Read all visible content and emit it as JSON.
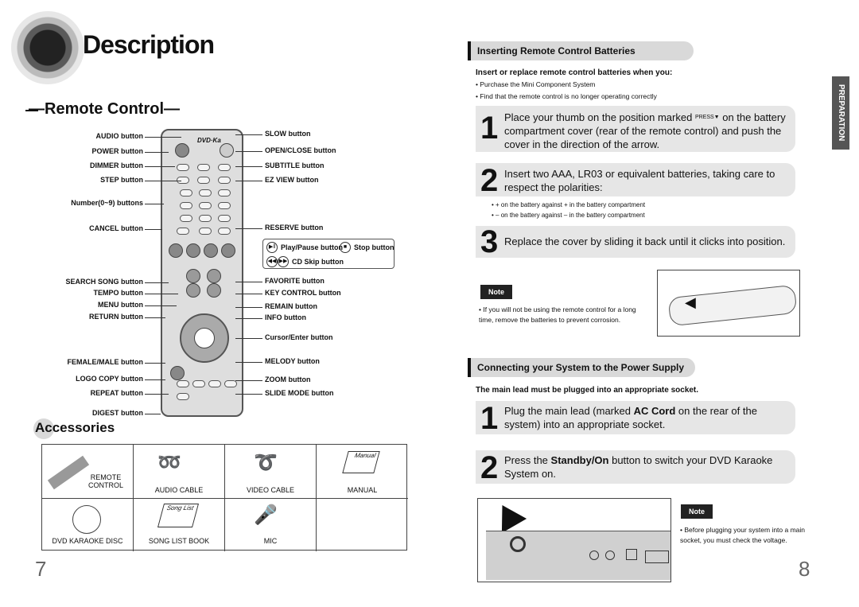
{
  "header": {
    "title": "Description",
    "section_title": "Remote Control"
  },
  "remote": {
    "left_labels": [
      "AUDIO button",
      "POWER button",
      "DIMMER button",
      "STEP button",
      "Number(0~9) buttons",
      "CANCEL button",
      "SEARCH SONG button",
      "TEMPO button",
      "MENU button",
      "RETURN button",
      "FEMALE/MALE button",
      "LOGO COPY button",
      "REPEAT button",
      "DIGEST button"
    ],
    "right_labels": [
      "SLOW button",
      "OPEN/CLOSE button",
      "SUBTITLE button",
      "EZ VIEW button",
      "RESERVE button",
      "FAVORITE button",
      "KEY CONTROL button",
      "REMAIN button",
      "INFO button",
      "Cursor/Enter button",
      "MELODY button",
      "ZOOM button",
      "SLIDE MODE button"
    ],
    "playpause": "Play/Pause button",
    "stop": "Stop button",
    "cdskip": "CD Skip button"
  },
  "accessories": {
    "title": "Accessories",
    "items": [
      "REMOTE CONTROL",
      "AUDIO CABLE",
      "VIDEO CABLE",
      "MANUAL",
      "DVD KARAOKE DISC",
      "SONG LIST BOOK",
      "MIC"
    ],
    "manual_text": "Manual",
    "songlist_text": "Song List"
  },
  "pages": {
    "left": "7",
    "right": "8"
  },
  "batteries": {
    "heading": "Inserting Remote Control Batteries",
    "sub": "Insert or replace remote control batteries when you:",
    "bullets": [
      "Purchase the Mini Component System",
      "Find that the remote control is no longer operating correctly"
    ],
    "step1_num": "1",
    "step1_a": "Place your thumb on the position marked",
    "step1_press": "PRESS",
    "step1_b": "on the battery compartment cover (rear of the remote control) and push the cover in the direction of the arrow.",
    "step2_num": "2",
    "step2": "Insert two AAA, LR03 or equivalent batteries, taking care to respect the polarities:",
    "polarity": [
      "+ on the battery against + in the battery compartment",
      "– on the battery against – in the battery compartment"
    ],
    "step3_num": "3",
    "step3": "Replace the cover by sliding it back until it clicks into position.",
    "note_tag": "Note",
    "note": "If you will not be using the remote control for a long time, remove the batteries to prevent corrosion."
  },
  "power": {
    "heading": "Connecting your System to the Power Supply",
    "sub": "The main lead must be plugged into an appropriate socket.",
    "step1_num": "1",
    "step1_a": "Plug the main lead (marked ",
    "step1_bold": "AC Cord",
    "step1_b": " on the rear of the system) into an appropriate socket.",
    "step2_num": "2",
    "step2_a": "Press the ",
    "step2_bold": "Standby/On",
    "step2_b": " button to switch your DVD Karaoke System on.",
    "note_tag": "Note",
    "note": "Before plugging your system into a main socket, you must check the voltage."
  },
  "side_tab": "PREPARATION"
}
